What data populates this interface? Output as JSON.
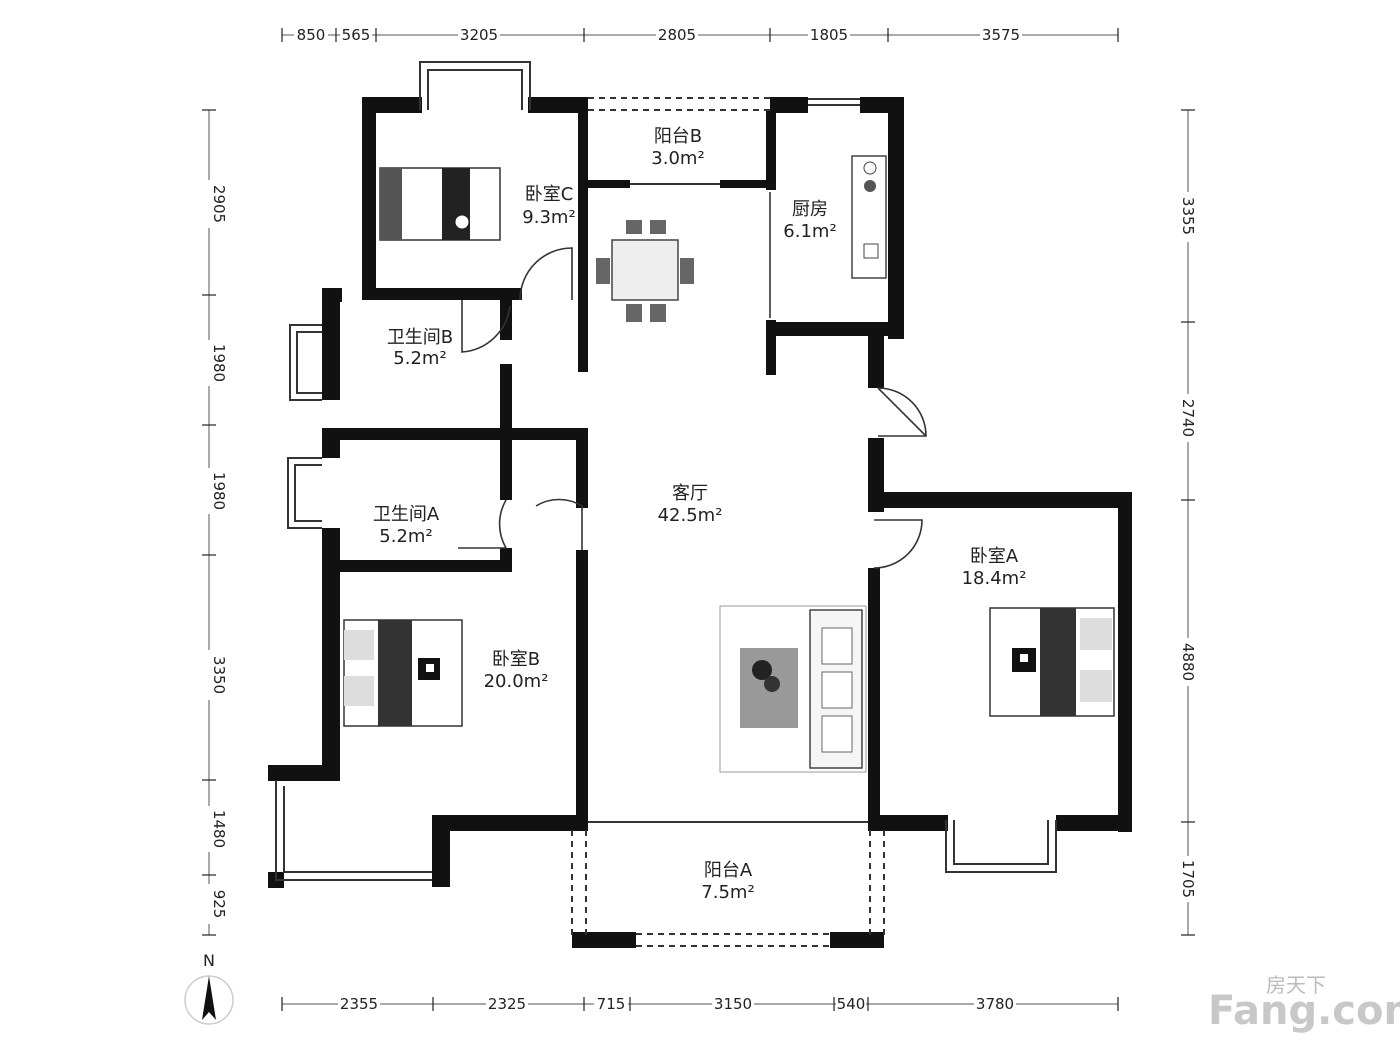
{
  "dimensions": {
    "top": [
      "850",
      "565",
      "3205",
      "2805",
      "1805",
      "3575"
    ],
    "bottom": [
      "2355",
      "2325",
      "715",
      "3150",
      "540",
      "3780"
    ],
    "left": [
      "2905",
      "1980",
      "1980",
      "3350",
      "1480",
      "925"
    ],
    "right": [
      "3355",
      "2740",
      "4880",
      "1705"
    ]
  },
  "rooms": {
    "bedroom_c": {
      "name": "卧室C",
      "area": "9.3m²"
    },
    "balcony_b": {
      "name": "阳台B",
      "area": "3.0m²"
    },
    "kitchen": {
      "name": "厨房",
      "area": "6.1m²"
    },
    "bathroom_b": {
      "name": "卫生间B",
      "area": "5.2m²"
    },
    "bathroom_a": {
      "name": "卫生间A",
      "area": "5.2m²"
    },
    "living_room": {
      "name": "客厅",
      "area": "42.5m²"
    },
    "bedroom_b": {
      "name": "卧室B",
      "area": "20.0m²"
    },
    "bedroom_a": {
      "name": "卧室A",
      "area": "18.4m²"
    },
    "balcony_a": {
      "name": "阳台A",
      "area": "7.5m²"
    }
  },
  "compass": {
    "label": "N"
  },
  "watermark": {
    "brand_cn": "房天下",
    "brand_en": "Fang.com"
  },
  "colors": {
    "wall": "#111111",
    "line": "#333333",
    "background": "#ffffff"
  }
}
